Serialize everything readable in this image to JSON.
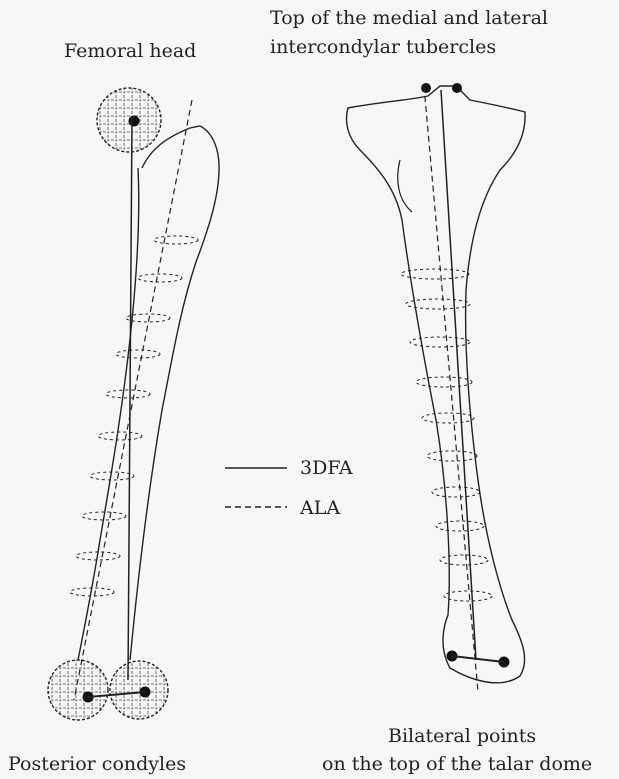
{
  "labels": {
    "femoral_head": "Femoral head",
    "tubercles_line1": "Top of the medial and lateral",
    "tubercles_line2": "intercondylar tubercles",
    "posterior_condyles": "Posterior condyles",
    "talar_line1": "Bilateral points",
    "talar_line2": "on the top of the talar dome"
  },
  "legend": [
    {
      "style": "solid",
      "label": "3DFA"
    },
    {
      "style": "dashed",
      "label": "ALA"
    }
  ],
  "colors": {
    "ink": "#222222",
    "background": "#f7f7f5"
  }
}
